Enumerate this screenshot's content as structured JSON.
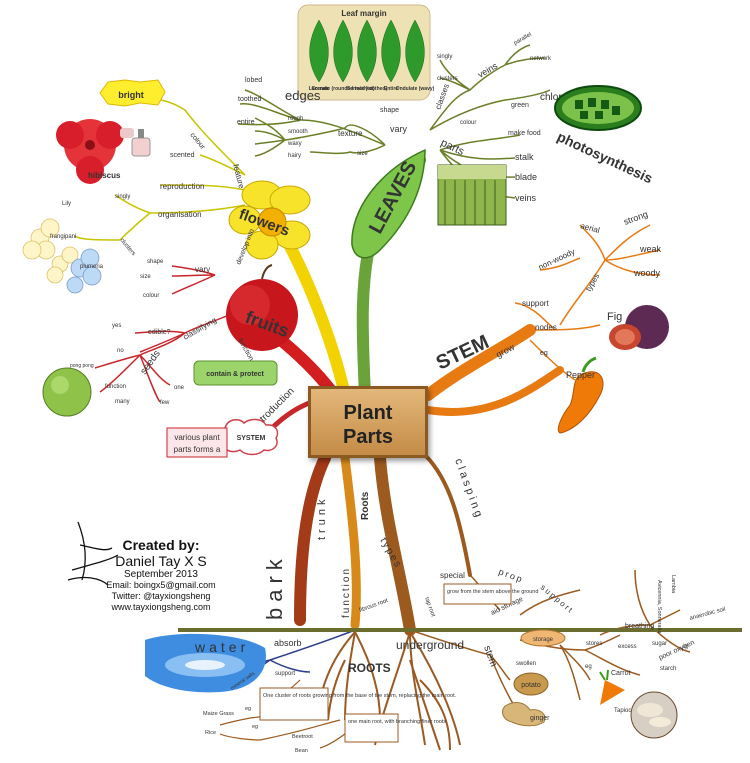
{
  "center": {
    "line1": "Plant",
    "line2": "Parts"
  },
  "leaf_margin": {
    "title": "Leaf margin",
    "types": [
      "Lacerate",
      "Crenate (rounded toothed)",
      "Serrate (toothed)",
      "Entire",
      "Ondulate (wavy)"
    ]
  },
  "leaves": {
    "title": "LEAVES",
    "edges": "edges",
    "lobed": "lobed",
    "toothed": "toothed",
    "entire": "entire",
    "vary": "vary",
    "shape": "shape",
    "texture": "texture",
    "size": "size",
    "rough": "rough",
    "smooth": "smooth",
    "waxy": "waxy",
    "hairy": "hairy",
    "classes": "classes",
    "veins_branch": "veins",
    "singly": "singly",
    "clusters": "clusters",
    "parallel": "parallel",
    "network": "network",
    "green": "green",
    "chlorophyll": "chlorophyll",
    "make_food": "make food",
    "photosynthesis": "photosynthesis",
    "parts": "parts",
    "stalk": "stalk",
    "blade": "blade",
    "veins": "veins",
    "colour_tag": "colour"
  },
  "flowers": {
    "title": "flowers",
    "bright": "bright",
    "colour": "colour",
    "scented": "scented",
    "feature": "feature",
    "reproduction": "reproduction",
    "organisation": "organisation",
    "singly": "singly",
    "clusters": "clusters",
    "hibiscus": "hibiscus",
    "lily": "Lily",
    "frangipani": "frangipani",
    "plumeria": "plumeria",
    "develop_into": "develop into"
  },
  "fruits": {
    "title": "fruits",
    "vary": "vary",
    "shape": "shape",
    "size": "size",
    "colour": "colour",
    "function": "function",
    "contain_protect": "contain & protect",
    "classifying": "classifying",
    "seeds": "seeds",
    "edible": "edible?",
    "yes": "yes",
    "no": "no",
    "pong_pong": "pong pong",
    "function_leaf": "function",
    "many": "many",
    "one": "one",
    "few": "few"
  },
  "introduction": {
    "label": "introduction",
    "system": "SYSTEM",
    "text1": "various plant",
    "text2": "parts forms a"
  },
  "stem": {
    "title": "STEM",
    "aerial": "aerial",
    "strong": "strong",
    "non_woody": "non-woody",
    "weak": "weak",
    "woody": "woody",
    "types": "types",
    "support": "support",
    "nodes": "nodes",
    "grow": "grow",
    "eg": "eg",
    "fig": "Fig",
    "pepper": "Pepper"
  },
  "trunk": {
    "bark": "bark",
    "trunk": "trunk"
  },
  "roots_branch": {
    "roots": "Roots",
    "function": "function",
    "types": "types",
    "cut_label": "fibrous root"
  },
  "clasping": {
    "clasping": "clasping",
    "special": "special",
    "prop": "prop",
    "support": "support",
    "aid_storage": "aid storage",
    "prop_desc": "grow from the stem above the ground",
    "tap_root": "tap root"
  },
  "credit": {
    "heading": "Created by:",
    "name": "Daniel Tay X S",
    "date": "September 2013",
    "email": "Email: boingx5@gmail.com",
    "twitter": "Twitter: @tayxiongsheng",
    "web": "www.tayxiongsheng.com"
  },
  "ground": {
    "water": "water",
    "absorb": "absorb",
    "support": "support",
    "mineral_salts": "mineral salts",
    "roots": "ROOTS",
    "underground": "underground",
    "stem": "stem",
    "swollen": "swollen",
    "potato": "potato",
    "ginger": "ginger",
    "storage": "storage",
    "carrot": "Carrot",
    "tapioca": "Tapioca",
    "eg": "eg",
    "stores": "stores",
    "excess": "excess",
    "sugar": "sugar",
    "starch": "starch",
    "breathing": "breathing",
    "anaerobic_soil": "anaerobic soil",
    "poor_oxygen": "poor oxygen",
    "in": "in",
    "mangrove": "Avicennia, Sonneratia",
    "breathing_roots": "Lambia",
    "fibrous_desc": "One cluster of roots growing from the base of the stem, replacing the main root.",
    "tap_desc": "one main root, with branching finer roots",
    "maize": "Maize Grass",
    "eg2": "eg",
    "rice": "Rice",
    "eg3": "eg",
    "beetroot": "Beetroot",
    "bean": "Bean"
  }
}
